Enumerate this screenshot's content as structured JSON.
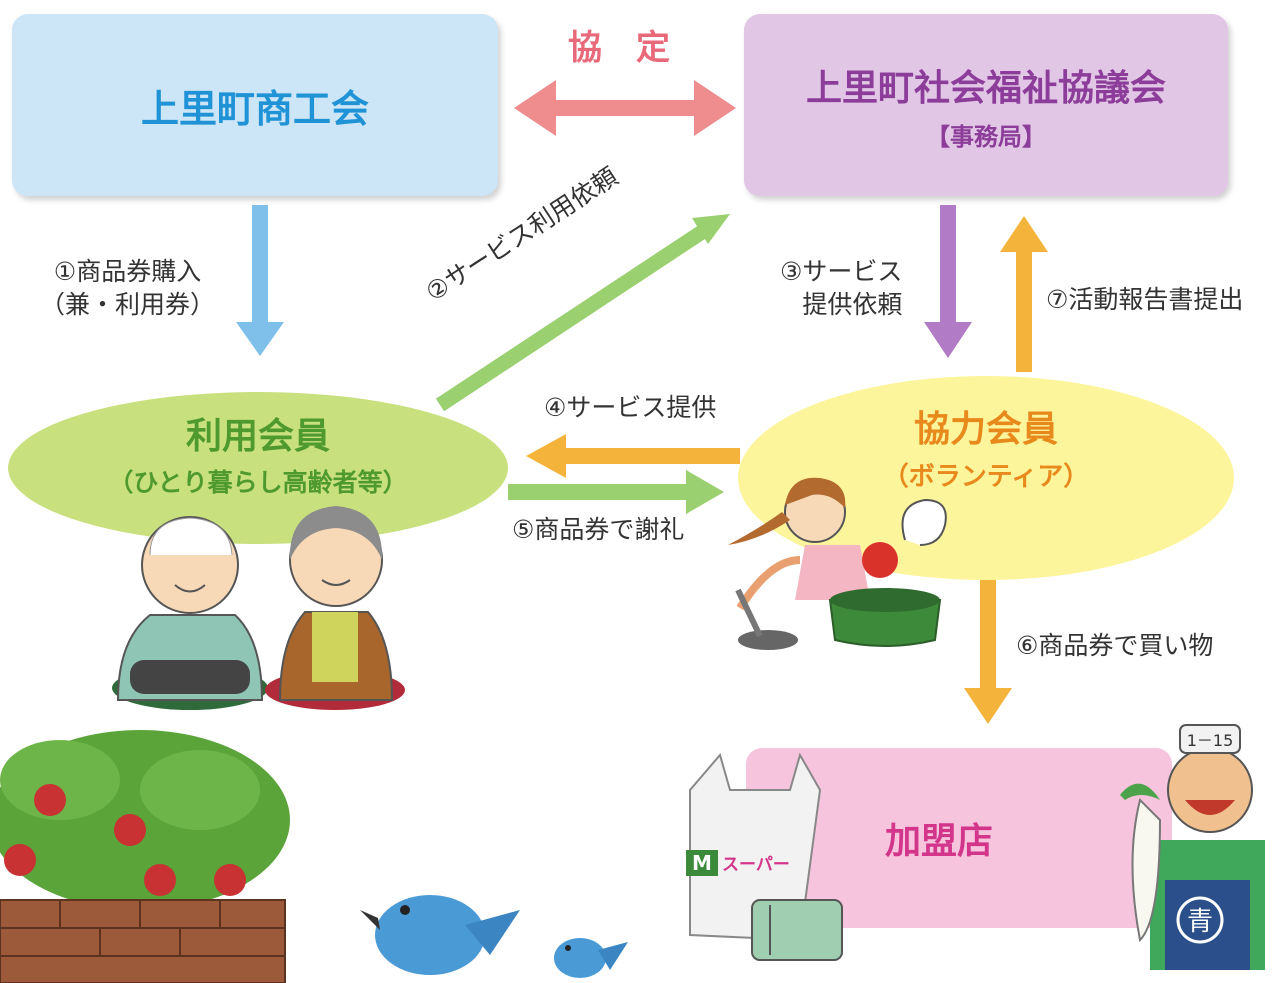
{
  "nodes": {
    "chamber": {
      "title": "上里町商工会"
    },
    "council": {
      "title": "上里町社会福祉協議会",
      "subtitle": "【事務局】"
    },
    "user_member": {
      "title": "利用会員",
      "subtitle": "（ひとり暮らし高齢者等）"
    },
    "coop_member": {
      "title": "協力会員",
      "subtitle": "（ボランティア）"
    },
    "store": {
      "title": "加盟店"
    }
  },
  "agreement": "協　定",
  "flows": {
    "f1": {
      "line1": "①商品券購入",
      "line2": "（兼・利用券）"
    },
    "f2": {
      "label": "②サービス利用依頼"
    },
    "f3": {
      "line1": "③サービス",
      "line2": "提供依頼"
    },
    "f4": {
      "label": "④サービス提供"
    },
    "f5": {
      "label": "⑤商品券で謝礼"
    },
    "f6": {
      "label": "⑥商品券で買い物"
    },
    "f7": {
      "label": "⑦活動報告書提出"
    }
  },
  "illustrations": {
    "bag_text": "スーパー",
    "bag_logo": "M",
    "cap_text": "1－15",
    "apron_text": "青"
  },
  "colors": {
    "blue_box": "#cde6f7",
    "blue_text": "#1f93d6",
    "purple_box": "#e2c6e6",
    "purple_text": "#8c3d99",
    "green_ellipse": "#c9e07f",
    "green_text": "#4f9a2f",
    "yellow_ellipse": "#fdf59c",
    "orange_text": "#e8891c",
    "pink_box": "#f6c4dd",
    "pink_text": "#d2358a"
  }
}
